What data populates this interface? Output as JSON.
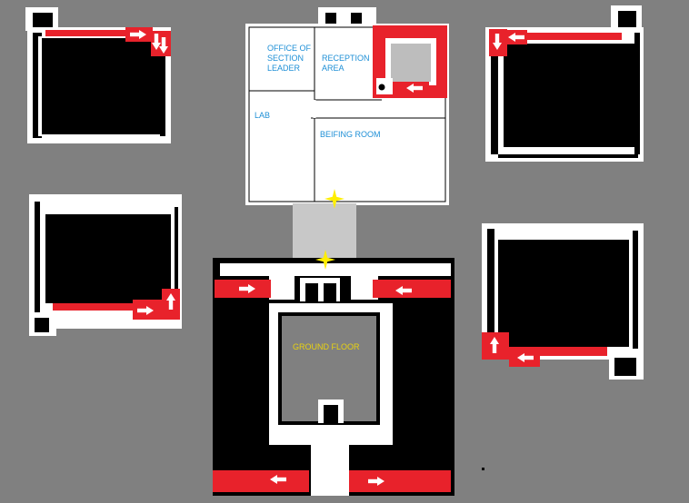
{
  "labels": {
    "office": "OFFICE OF SECTION LEADER",
    "reception": "RECEPTION AREA",
    "lab": "LAB",
    "briefing": "BEIFING ROOM",
    "ground_floor": "GROUND FLOOR"
  },
  "colors": {
    "background": "#808080",
    "wall": "#ffffff",
    "room_fill": "#000000",
    "route": "#e8222b",
    "room_label": "#1e8fd6",
    "ground_label": "#e8d210",
    "marker": "#ffee00",
    "corridor": "#c8c8c8"
  },
  "icons": [
    "arrow-right-icon",
    "arrow-left-icon",
    "arrow-down-icon",
    "arrow-up-icon",
    "star-marker-icon"
  ]
}
